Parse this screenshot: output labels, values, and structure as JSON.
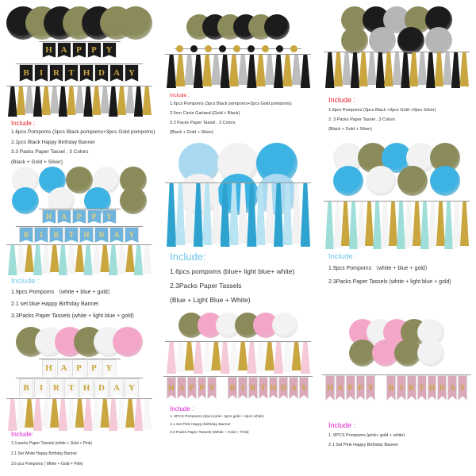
{
  "panels": [
    {
      "include_label": "Include :",
      "include_color": "#e8202a",
      "items": [
        "1.6pcs Pompoms (3pcs Black pompoms+3pcs Gold pompoms)",
        "2.1pcs Black Happy Birthday Banner",
        "3.3 Packs Paper Tassel , 3 Colors",
        "(Black + Gold + Silver)"
      ],
      "pompom_colors": [
        "#1c1c1c",
        "#8a8a5a",
        "#1c1c1c",
        "#8a8a5a",
        "#1c1c1c",
        "#8a8a5a",
        "#8a8a5a"
      ],
      "banner": {
        "rows": [
          "HAPPY",
          "BIRTHDAY"
        ],
        "flag_color": "#1a1a1a",
        "letter_color": "#c9a640"
      },
      "tassel_colors": [
        "#1a1a1a",
        "#c9a640",
        "#bdbdbd"
      ]
    },
    {
      "include_label": "Include :",
      "include_color": "#e8202a",
      "items": [
        "1.6pcs Pompoms (3pcs Black pompoms+3pcs Gold pompoms)",
        "2.5cm Circle Garland (Gold + Black)",
        "3.3 Packs Paper Tassel , 3 Colors",
        "(Black + Gold + Silver)"
      ],
      "pompom_colors": [
        "#8a8a5a",
        "#1c1c1c",
        "#8a8a5a",
        "#1c1c1c",
        "#8a8a5a",
        "#1c1c1c"
      ],
      "garland_colors": [
        "#c9a640",
        "#1a1a1a"
      ],
      "tassel_colors": [
        "#1a1a1a",
        "#c9a640",
        "#bdbdbd"
      ]
    },
    {
      "include_label": "Include :",
      "include_color": "#e8202a",
      "items": [
        "1.9pcs Pompoms (3pcs Black +3pcs Gold +3pcs Silver)",
        "2. 3 Packs Paper Tassel , 3 Colors",
        "(Black + Gold + Silver)"
      ],
      "pompom_colors": [
        "#8a8a5a",
        "#1c1c1c",
        "#b5b5b5",
        "#8a8a5a",
        "#1c1c1c",
        "#8a8a5a",
        "#b5b5b5",
        "#1c1c1c",
        "#b5b5b5"
      ],
      "tassel_colors": [
        "#1a1a1a",
        "#c9a640",
        "#bdbdbd"
      ]
    },
    {
      "include_label": "Include :",
      "include_color": "#6ec6ea",
      "items": [
        "1.9pcs Pompoms （white + blue + gold）",
        "2.1 set blue Happy Birthday Banner",
        "3.3Packs Paper Tassels (white + light blue + gold)"
      ],
      "pompom_colors": [
        "#f2f2f2",
        "#3db3e3",
        "#8a8a5a",
        "#f2f2f2",
        "#8a8a5a",
        "#3db3e3",
        "#f2f2f2",
        "#3db3e3",
        "#8a8a5a"
      ],
      "banner": {
        "rows": [
          "HAPPY",
          "BIRTHDAY"
        ],
        "flag_color": "#6fb4dc",
        "letter_color": "#e9d27a"
      },
      "tassel_colors": [
        "#9fded8",
        "#f4f4f4",
        "#c9a640"
      ]
    },
    {
      "include_label": "Include:",
      "include_color": "#6ec6ea",
      "items": [
        "1.6pcs pompoms (blue+ light blue+ white)",
        "2.3Packs Paper Tassels",
        "(Blue + Light Blue + White)"
      ],
      "pompom_colors": [
        "#a9d9f0",
        "#f2f2f2",
        "#3db3e3",
        "#f2f2f2",
        "#3db3e3",
        "#a9d9f0"
      ],
      "tassel_colors": [
        "#2fa3cf",
        "#b7e3f2",
        "#f2f2f2"
      ]
    },
    {
      "include_label": "Include :",
      "include_color": "#6ec6ea",
      "items": [
        "1.9pcs Pompoms （white + blue + gold）",
        "2.3Packs Paper Tassels (white + light blue + gold)"
      ],
      "pompom_colors": [
        "#f2f2f2",
        "#8a8a5a",
        "#3db3e3",
        "#f2f2f2",
        "#8a8a5a",
        "#3db3e3",
        "#f2f2f2",
        "#8a8a5a",
        "#3db3e3"
      ],
      "tassel_colors": [
        "#9fded8",
        "#f4f4f4",
        "#c9a640"
      ]
    },
    {
      "include_label": "Include:",
      "include_color": "#e020d0",
      "items": [
        "1.3 packs Paper Tassels (white + Gold + Pink)",
        "2.1 Set White Happy Birthday Banner",
        "3.6 pcs Pompoms ( White + Gold + Pink)"
      ],
      "pompom_colors": [
        "#8a8a5a",
        "#f2f2f2",
        "#f4a6c8",
        "#8a8a5a",
        "#f2f2f2",
        "#f4a6c8"
      ],
      "banner": {
        "rows": [
          "HAPPY",
          "BIRTHDAY"
        ],
        "flag_color": "#f7f7f7",
        "letter_color": "#c9a640"
      },
      "tassel_colors": [
        "#f5c9d6",
        "#f7f7f7",
        "#c9a640"
      ]
    },
    {
      "include_label": "Include :",
      "include_color": "#e020d0",
      "items": [
        "1. 6PCS Pompoms (2pcs pink+ 2pcs gold + 2pcs white)",
        "2.1 Set Pink Happy Birthday Banner",
        "3.3 Packs Paper Tassels (White + Gold + Pink)"
      ],
      "pompom_colors": [
        "#8a8a5a",
        "#f4a6c8",
        "#f2f2f2",
        "#8a8a5a",
        "#f4a6c8",
        "#f2f2f2"
      ],
      "banner": {
        "rows": [
          "HAPPY BIRTHDAY"
        ],
        "flag_color": "#d9a9bb",
        "letter_color": "#c9a640"
      },
      "tassel_colors": [
        "#f5c9d6",
        "#f7f7f7",
        "#c9a640"
      ]
    },
    {
      "include_label": "Include :",
      "include_color": "#e020d0",
      "items": [
        "1. 9PCS Pompoms (pink+ gold + white)",
        "2.1 Set Pink Happy Birthday Banner"
      ],
      "pompom_colors": [
        "#f4a6c8",
        "#f2f2f2",
        "#f4a6c8",
        "#8a8a5a",
        "#f2f2f2",
        "#8a8a5a",
        "#f4a6c8",
        "#8a8a5a",
        "#f2f2f2"
      ],
      "banner": {
        "rows": [
          "HAPPY BIRTHDAY"
        ],
        "flag_color": "#d9a9bb",
        "letter_color": "#c9a640"
      }
    }
  ]
}
